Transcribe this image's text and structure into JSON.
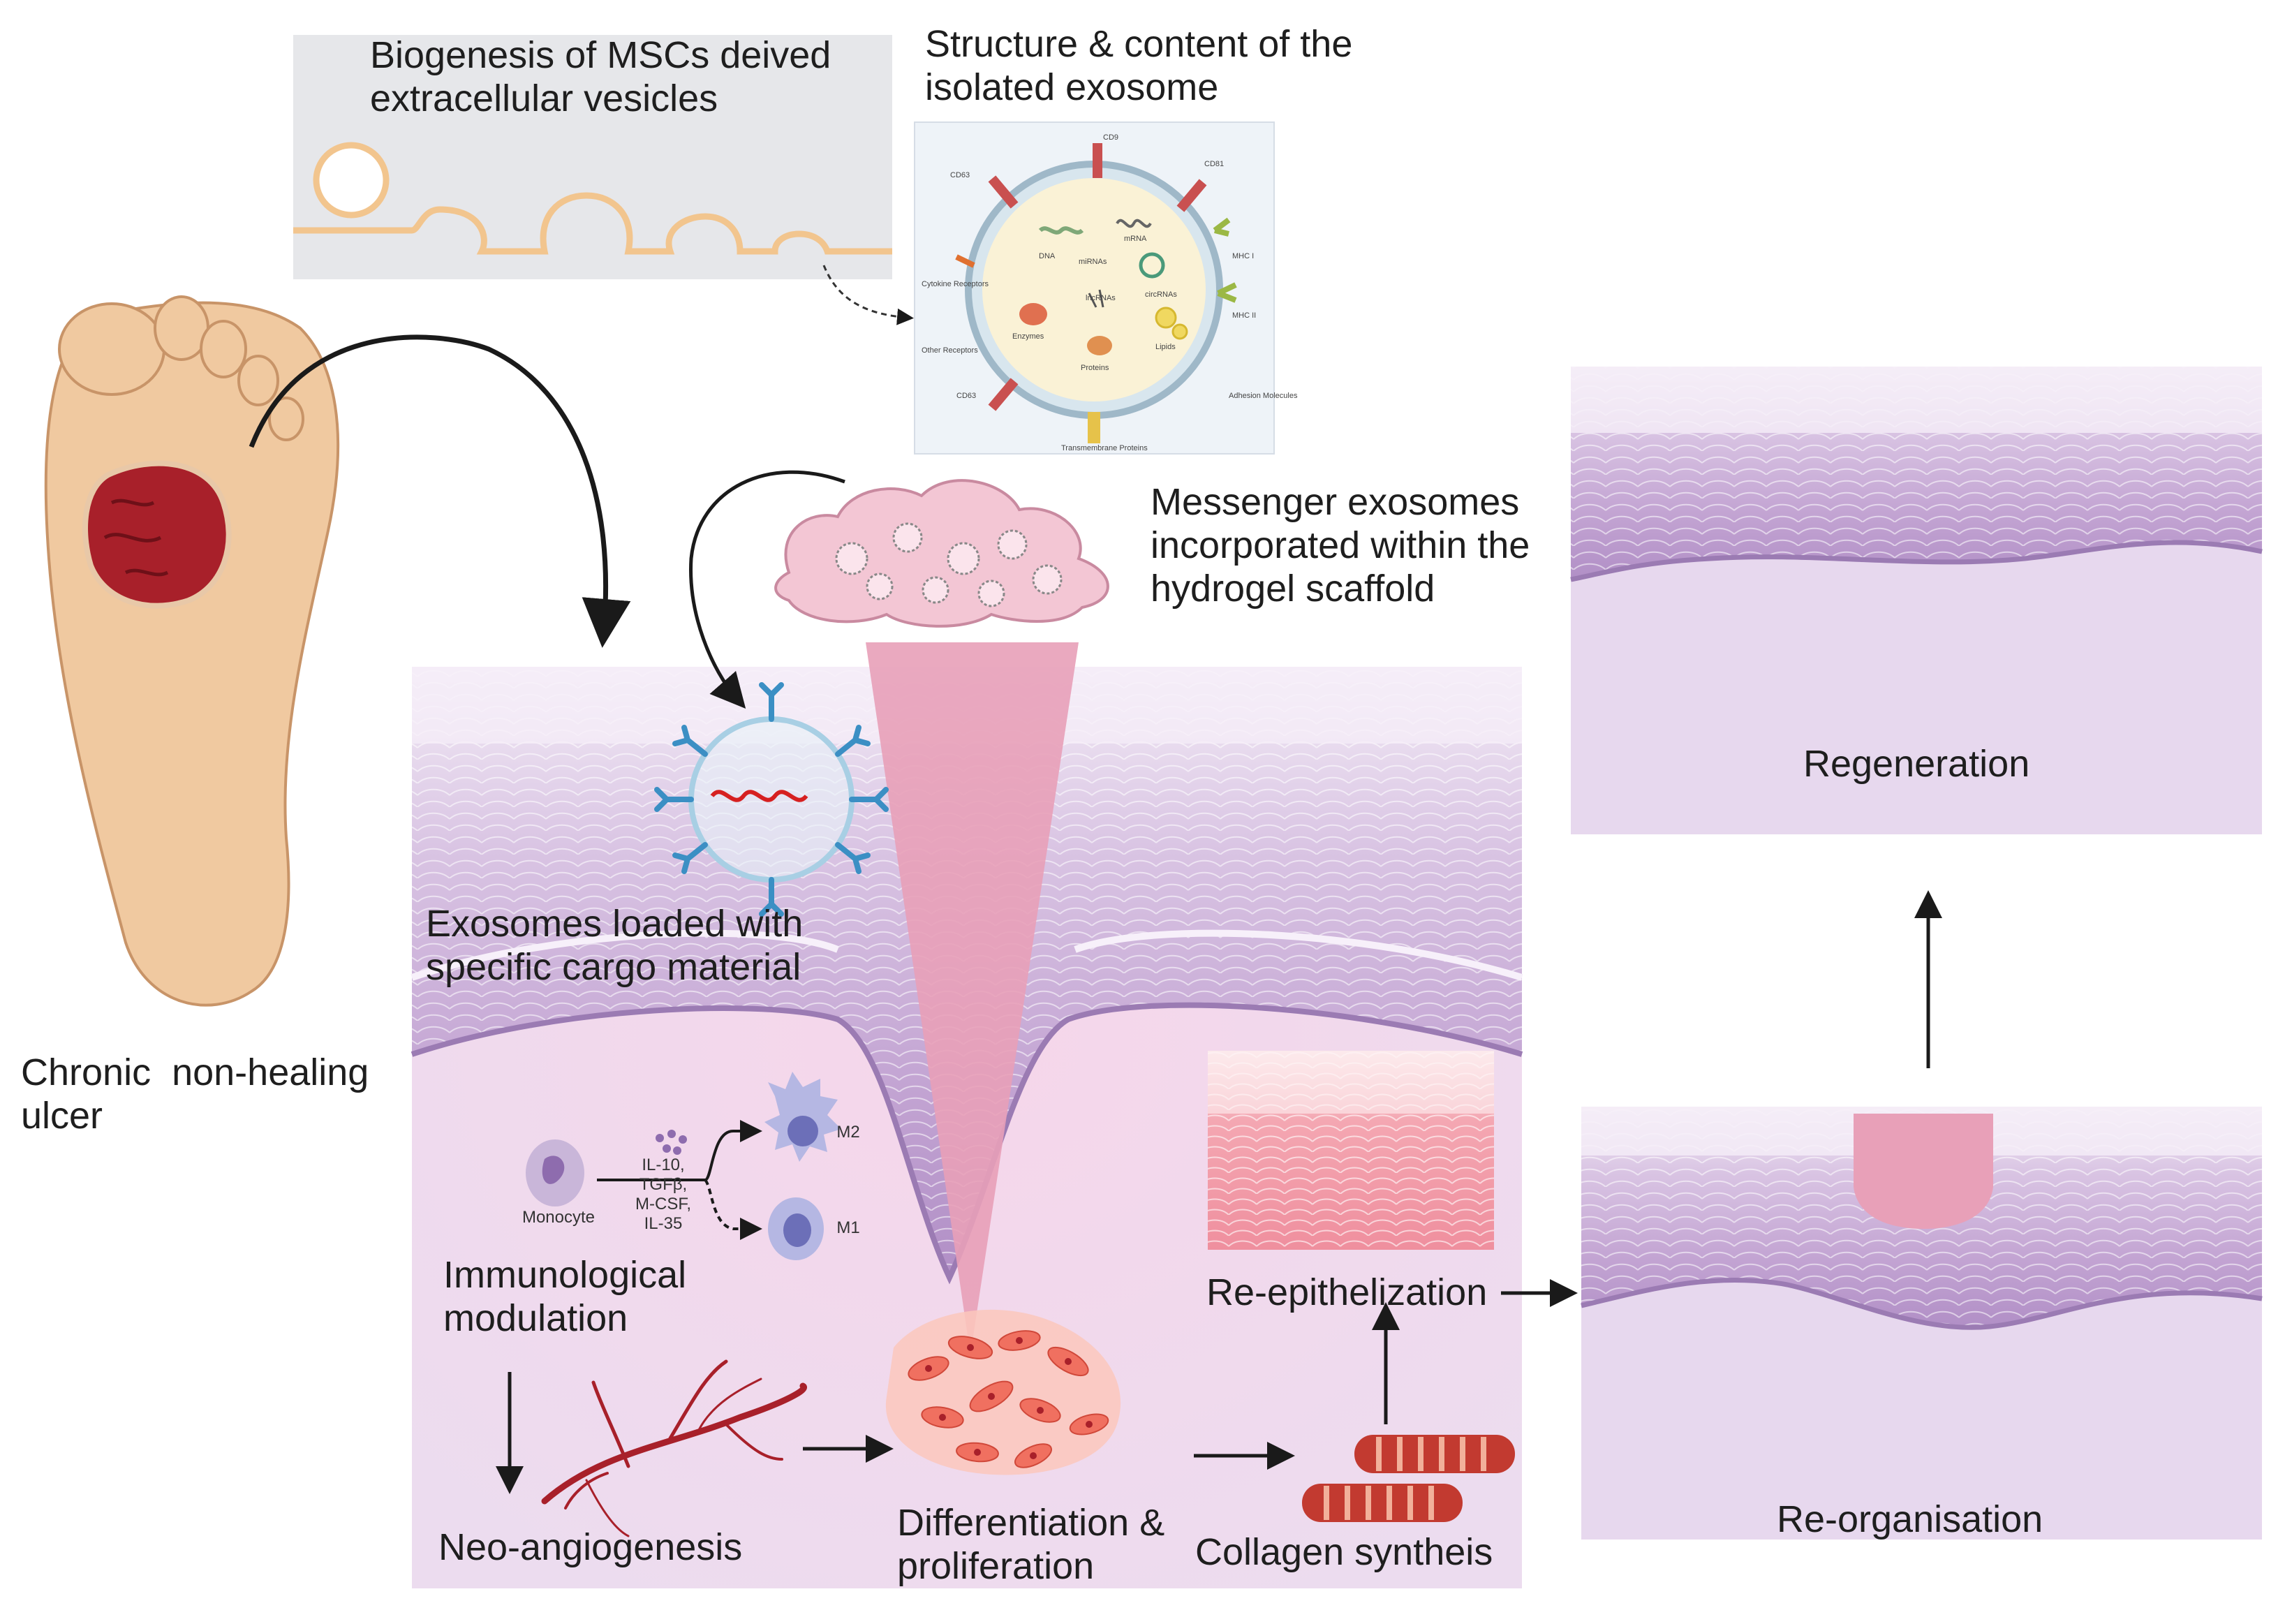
{
  "labels": {
    "biogenesis": [
      "Biogenesis of MSCs deived",
      "extracellular vesicles"
    ],
    "structure": [
      "Structure & content of the",
      "isolated exosome"
    ],
    "messenger": [
      "Messenger exosomes",
      "incorporated within the",
      "hydrogel scaffold"
    ],
    "exosomes_loaded": [
      "Exosomes loaded with",
      "specific cargo material"
    ],
    "chronic_ulcer": [
      "Chronic  non-healing",
      "ulcer"
    ],
    "immunological": [
      "Immunological",
      "modulation"
    ],
    "neo_angiogenesis": "Neo-angiogenesis",
    "differentiation": [
      "Differentiation &",
      "proliferation"
    ],
    "collagen": "Collagen syntheis",
    "re_epithelization": "Re-epithelization",
    "regeneration": "Regeneration",
    "re_organisation": "Re-organisation",
    "monocyte": "Monocyte",
    "cytokines": [
      "IL-10,",
      "TGFβ,",
      "M-CSF,",
      "IL-35"
    ],
    "m2": "M2",
    "m1": "M1"
  },
  "exosome_inset": {
    "labels": [
      "CD9",
      "CD63",
      "CD81",
      "MHC I",
      "MHC II",
      "Cytokine Receptors",
      "Other Receptors",
      "CD63",
      "DNA",
      "mRNA",
      "miRNAs",
      "circRNAs",
      "Enzymes",
      "Proteins",
      "Lipids",
      "Adhesion Molecules",
      "Transmembrane Proteins",
      "lncRNAs"
    ]
  },
  "colors": {
    "skin_purple": "#cdb3d9",
    "skin_dark": "#9b7bb3",
    "dermis": "#eadff0",
    "wound_pink": "#e8a0b8",
    "blood_red": "#a8202a",
    "foot_skin": "#f0c9a0",
    "exosome_blue": "#3b8fc4",
    "cell_red": "#f07060"
  }
}
